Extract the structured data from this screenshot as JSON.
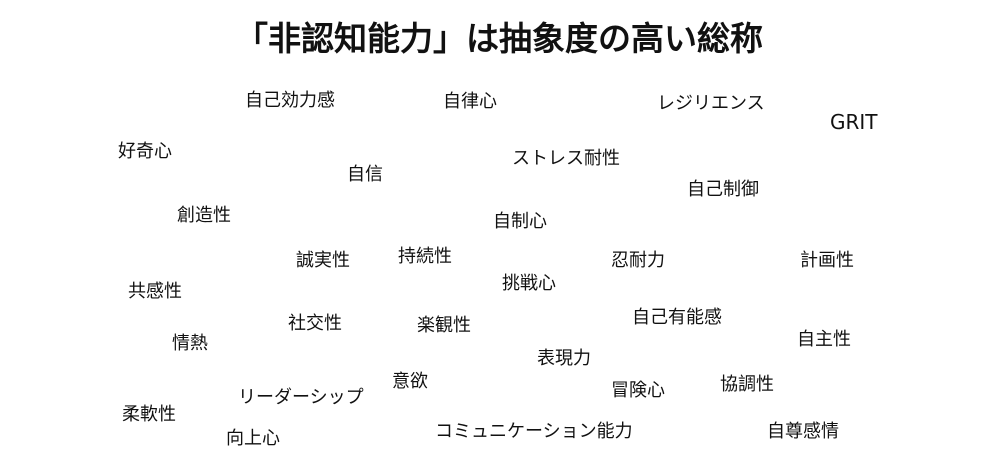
{
  "title": "「非認知能力」は抽象度の高い総称",
  "words": [
    "自己効力感",
    "自律心",
    "レジリエンス",
    "GRIT",
    "好奇心",
    "ストレス耐性",
    "自信",
    "自己制御",
    "創造性",
    "自制心",
    "誠実性",
    "持続性",
    "忍耐力",
    "計画性",
    "挑戦心",
    "共感性",
    "社交性",
    "楽観性",
    "自己有能感",
    "情熱",
    "自主性",
    "表現力",
    "意欲",
    "冒険心",
    "協調性",
    "リーダーシップ",
    "柔軟性",
    "向上心",
    "コミュニケーション能力",
    "自尊感情"
  ]
}
